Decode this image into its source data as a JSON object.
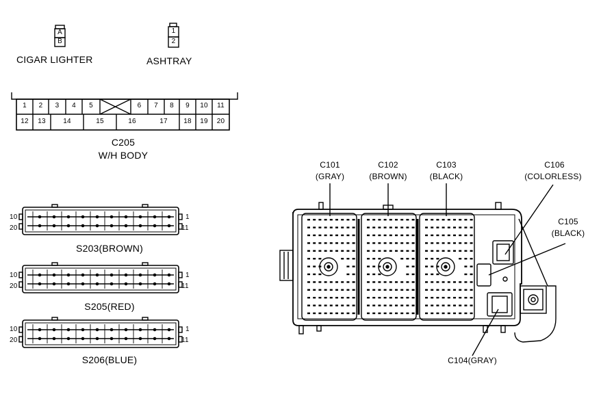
{
  "small_connectors": {
    "cigar_lighter": {
      "label": "CIGAR LIGHTER",
      "pins": [
        "A",
        "B"
      ]
    },
    "ashtray": {
      "label": "ASHTRAY",
      "pins": [
        "1",
        "2"
      ]
    }
  },
  "c205": {
    "name": "C205",
    "subtitle": "W/H BODY",
    "row1": [
      "1",
      "2",
      "3",
      "4",
      "5",
      "6",
      "7",
      "8",
      "9",
      "10",
      "11"
    ],
    "row2": [
      "12",
      "13",
      "14",
      "15",
      "16",
      "17",
      "18",
      "19",
      "20"
    ]
  },
  "splices": [
    {
      "label": "S203(BROWN)",
      "left_top": "10",
      "left_bottom": "20",
      "right_top": "1",
      "right_bottom": "11"
    },
    {
      "label": "S205(RED)",
      "left_top": "10",
      "left_bottom": "20",
      "right_top": "1",
      "right_bottom": "11"
    },
    {
      "label": "S206(BLUE)",
      "left_top": "10",
      "left_bottom": "20",
      "right_top": "1",
      "right_bottom": "11"
    }
  ],
  "junction_block": {
    "connectors": [
      {
        "id": "C101",
        "color": "(GRAY)"
      },
      {
        "id": "C102",
        "color": "(BROWN)"
      },
      {
        "id": "C103",
        "color": "(BLACK)"
      },
      {
        "id": "C106",
        "color": "(COLORLESS)"
      },
      {
        "id": "C105",
        "color": "(BLACK)"
      }
    ],
    "bottom_label": "C104(GRAY)"
  }
}
